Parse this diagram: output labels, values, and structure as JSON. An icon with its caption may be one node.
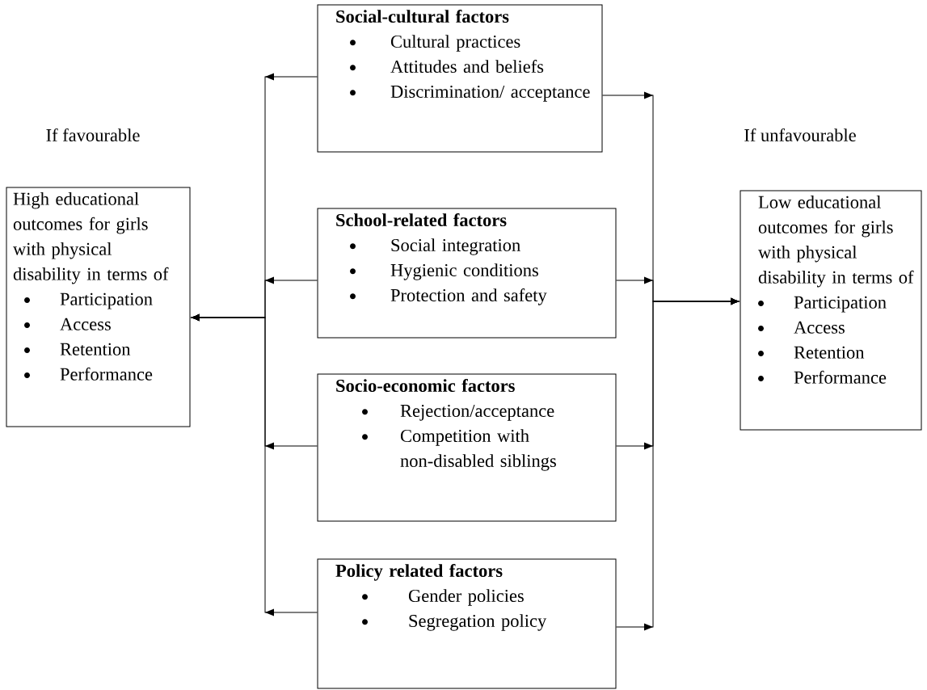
{
  "diagram": {
    "nodes": [
      {
        "text": [
          "Social-cultural factors",
          "Cultural practices",
          "Attitudes and beliefs",
          "Discrimination/ acceptance"
        ]
      },
      {
        "text": [
          "High educational outcomes for girls with physical disability in terms of",
          "Participation",
          "Access",
          "Retention",
          "Performance"
        ]
      },
      {
        "text": [
          "School-related factors",
          "Social integration",
          "Hygienic conditions",
          "Protection and safety"
        ]
      },
      {
        "text": [
          "Low educational outcomes for girls with physical disability in terms of",
          "Participation",
          "Access",
          "Retention",
          "Performance"
        ]
      },
      {
        "text": [
          "Socio-economic factors",
          "Rejection/acceptance",
          "Competition with non-disabled siblings"
        ]
      },
      {
        "text": [
          "Policy related factors",
          "Gender policies",
          "Segregation policy"
        ]
      }
    ],
    "edges": [
      {
        "from": 0,
        "to": 1,
        "arrow": "to"
      },
      {
        "from": 2,
        "to": 1,
        "arrow": "to"
      },
      {
        "from": 4,
        "to": 1,
        "arrow": "to"
      },
      {
        "from": 5,
        "to": 1,
        "arrow": "to"
      },
      {
        "from": 0,
        "to": 3,
        "arrow": "to"
      },
      {
        "from": 2,
        "to": 3,
        "arrow": "to"
      },
      {
        "from": 4,
        "to": 3,
        "arrow": "to"
      },
      {
        "from": 5,
        "to": 3,
        "arrow": "to"
      }
    ],
    "labels": [
      "If favourable",
      "If unfavourable"
    ]
  }
}
